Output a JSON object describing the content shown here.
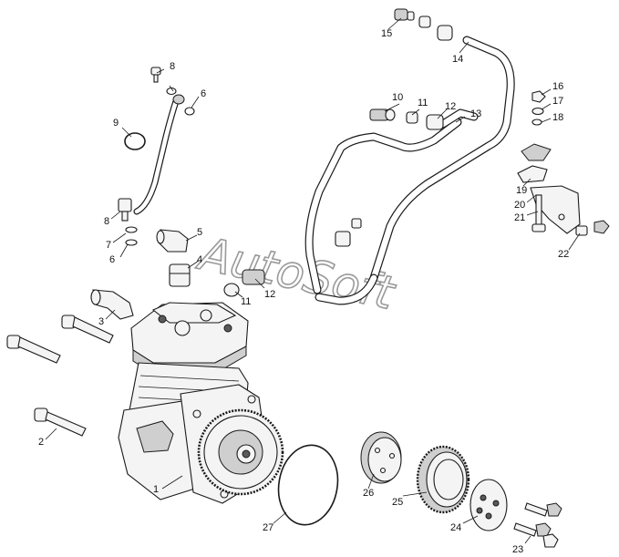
{
  "watermark": "AutoSoft",
  "callouts": {
    "c1": "1",
    "c2": "2",
    "c3": "3",
    "c4": "4",
    "c5": "5",
    "c6a": "6",
    "c6b": "6",
    "c7": "7",
    "c8a": "8",
    "c8b": "8",
    "c9": "9",
    "c10": "10",
    "c11a": "11",
    "c11b": "11",
    "c12a": "12",
    "c12b": "12",
    "c13": "13",
    "c14": "14",
    "c15": "15",
    "c16": "16",
    "c17": "17",
    "c18": "18",
    "c19": "19",
    "c20": "20",
    "c21": "21",
    "c22": "22",
    "c23": "23",
    "c24": "24",
    "c25": "25",
    "c26": "26",
    "c27": "27"
  }
}
